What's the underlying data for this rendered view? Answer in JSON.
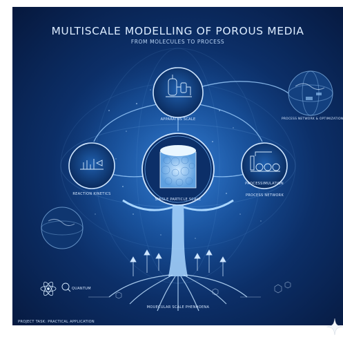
{
  "poster": {
    "title": "MULTISCALE MODELLING OF POROUS MEDIA",
    "subtitle": "FROM MOLECULES TO PROCESS",
    "nodes": {
      "apparatus": "APPARATUS SCALE",
      "reaction": "REACTION KINETICS",
      "particle": "SINGLE PARTICLE SCALE",
      "process_sim": "PROCESSIMULATION",
      "process_network": "PROCESS NETWORK",
      "optimization": "PROCESS NETWORK & OPTIMIZATION"
    },
    "molecular": {
      "quantum": "QUANTUM",
      "label": "MOUECULAR SCALE PHENHOENA"
    },
    "footer": "PROJECT TASK: PRACTICAL APPLICATION"
  },
  "colors": {
    "background_center": "#2a6fc4",
    "background_edge": "#06183d",
    "line_glow": "#9fd0ff",
    "text": "#dcecff"
  },
  "icons": [
    "apparatus-icon",
    "reaction-kinetics-icon",
    "particle-icon",
    "process-plant-icon",
    "globe-icon",
    "atom-icon",
    "quantum-icon",
    "sparkle-icon"
  ]
}
